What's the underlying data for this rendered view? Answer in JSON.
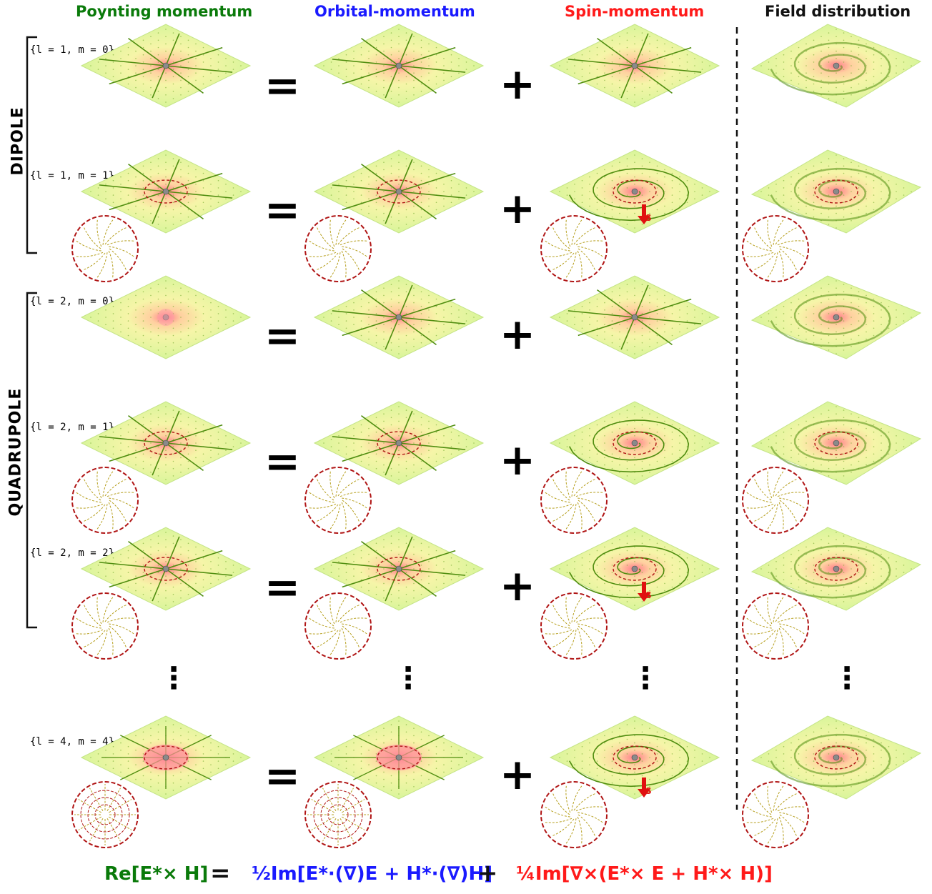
{
  "titles": {
    "poynting": "Poynting momentum",
    "orbital": "Orbital-momentum",
    "spin": "Spin-momentum",
    "field": "Field distribution"
  },
  "colors": {
    "poynting": "#0a7a0a",
    "orbital": "#1a1aff",
    "spin": "#ff1a1a",
    "field": "#111111",
    "plate": "#d8f59a",
    "arrow": "#4f8d0f",
    "ring": "#b01515"
  },
  "groups": {
    "dipole": "DIPOLE",
    "quadrupole": "QUADRUPOLE"
  },
  "rows": [
    {
      "label": "{l = 1, m = 0}",
      "equals": "=",
      "plus": "+"
    },
    {
      "label": "{l = 1, m = 1}",
      "equals": "=",
      "plus": "+",
      "spin_marker": "S"
    },
    {
      "label": "{l = 2, m = 0}",
      "equals": "=",
      "plus": "+"
    },
    {
      "label": "{l = 2, m = 1}",
      "equals": "=",
      "plus": "+"
    },
    {
      "label": "{l = 2, m = 2}",
      "equals": "=",
      "plus": "+",
      "spin_marker": "S"
    },
    {
      "label": "{l = 4, m = 4}",
      "equals": "=",
      "plus": "+",
      "spin_marker": "S"
    }
  ],
  "ellipsis": "⋮",
  "formula": {
    "left": "Re[E*× H]",
    "equals": "=",
    "middle": "½Im[E*·(∇)E + H*·(∇)H]",
    "plus": "+",
    "right": "¼Im[∇×(E*× E + H*× H)]"
  }
}
